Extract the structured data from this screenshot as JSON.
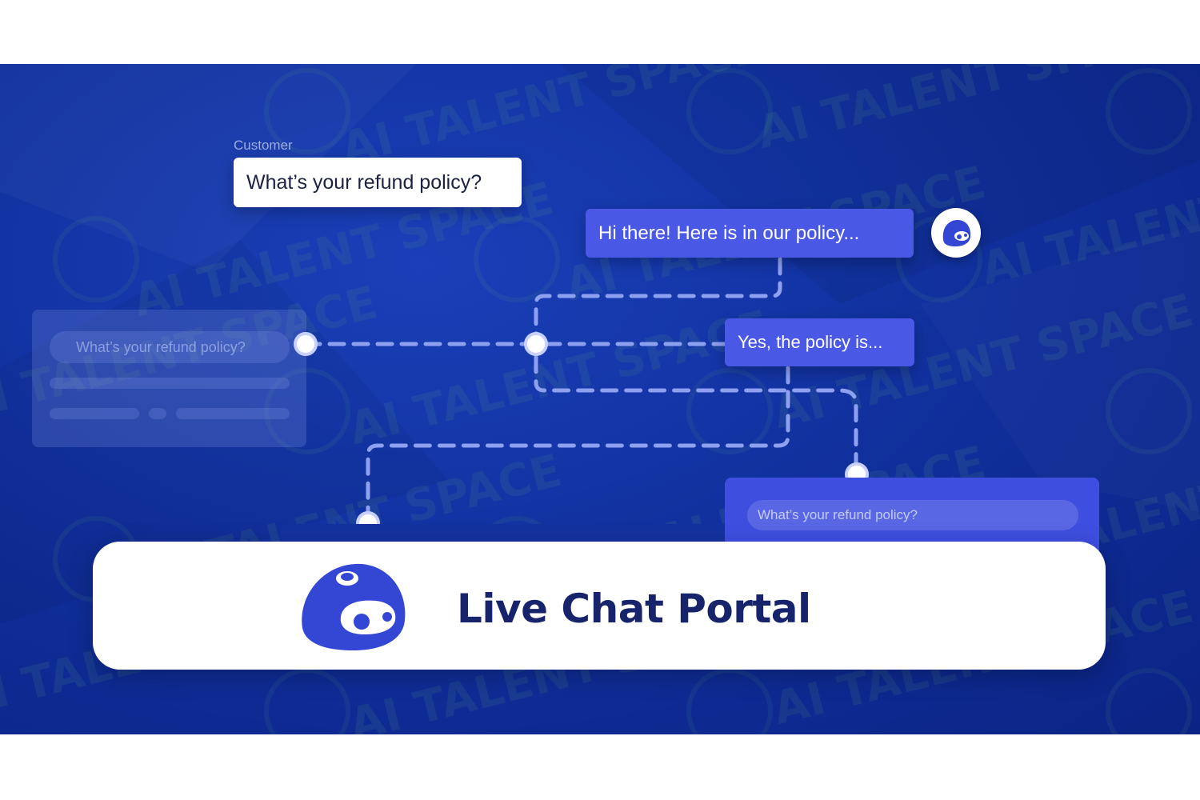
{
  "flow": {
    "customer_label": "Customer",
    "customer_message": "What’s your refund policy?",
    "bot_reply": "Hi there! Here is in our policy...",
    "followup_reply": "Yes, the policy is...",
    "ghost_card_message": "What’s your refund policy?",
    "blue_card_message": "What’s your refund policy?"
  },
  "banner": {
    "title": "Live Chat Portal"
  },
  "watermark": {
    "text": "AI TALENT SPACE"
  },
  "icons": {
    "bot_avatar": "chat-bot-icon",
    "logo": "chat-bot-logo"
  },
  "colors": {
    "background": "#11319f",
    "bubble_blue": "#4a58e6",
    "title_navy": "#17236b",
    "connector": "#8ea0f0"
  }
}
